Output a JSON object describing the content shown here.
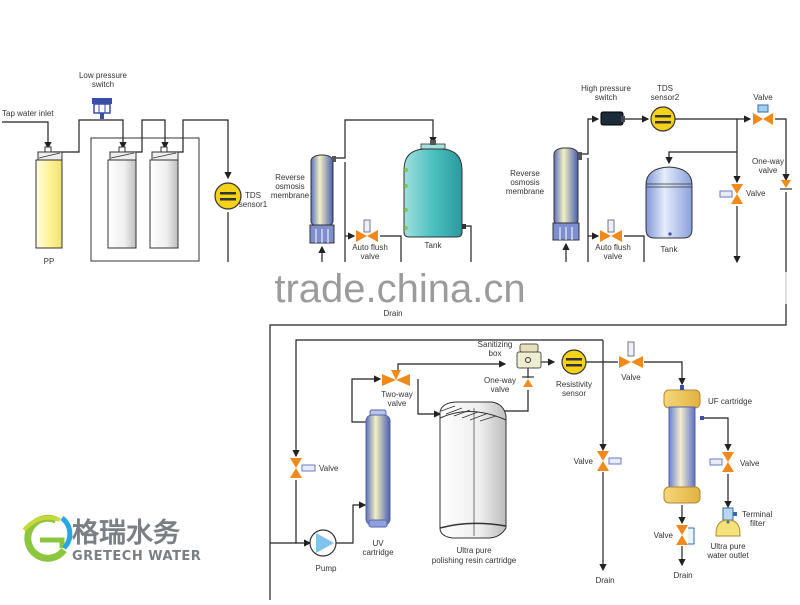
{
  "title": "Ultra pure water system process flow",
  "colors": {
    "valve": "#f08a1c",
    "sensor": "#f5d21a",
    "membrane": "#7e8fd0",
    "tank_teal": "#3fb6b8",
    "tank_blue": "#a9bde6",
    "prefilter_yellow": "#fff5a8",
    "uf_cap": "#f3c85a",
    "pipe": "#222222"
  },
  "stage1": {
    "tap_inlet": "Tap water inlet",
    "low_pressure_switch": [
      "Low pressure",
      "switch"
    ],
    "tds_sensor": [
      "TDS",
      "sensor1"
    ],
    "ro_membrane": [
      "Reverse",
      "osmosis",
      "membrane"
    ],
    "auto_flush": [
      "Auto flush",
      "valve"
    ],
    "tank": "Tank",
    "pp_label": "PP",
    "drain_label": "Drain"
  },
  "stage2": {
    "high_pressure_switch": [
      "High pressure",
      "switch"
    ],
    "tds_sensor": [
      "TDS",
      "sensor2"
    ],
    "ro_membrane": [
      "Reverse",
      "osmosis",
      "membrane"
    ],
    "auto_flush": [
      "Auto flush",
      "valve"
    ],
    "tank": "Tank",
    "valve_top": "Valve",
    "valve_mid": "Valve",
    "one_way": [
      "One-way",
      "valve"
    ]
  },
  "stage3": {
    "sanitizing_box": [
      "Sanitizing",
      "box"
    ],
    "two_way_valve": [
      "Two-way",
      "valve"
    ],
    "one_way_valve": [
      "One-way",
      "valve"
    ],
    "resistivity_sensor": [
      "Resistivity",
      "sensor"
    ],
    "valve_top": "Valve",
    "valve_left": "Valve",
    "uv_cartridge": [
      "UV",
      "cartridge"
    ],
    "pump": "Pump",
    "resin_cartridge": [
      "Ultra pure",
      "polishing resin cartridge"
    ],
    "valve_drain": "Valve",
    "drain1": "Drain",
    "uf_cartridge": "UF cartridge",
    "valve_uf_bottom": "Valve",
    "drain2": "Drain",
    "valve_right": "Valve",
    "terminal_filter": [
      "Terminal",
      "filter"
    ],
    "outlet": [
      "Ultra pure",
      "water outlet"
    ]
  },
  "watermark": "trade.china.cn",
  "logo": {
    "chinese": "格瑞水务",
    "english": "GRETECH WATER"
  }
}
